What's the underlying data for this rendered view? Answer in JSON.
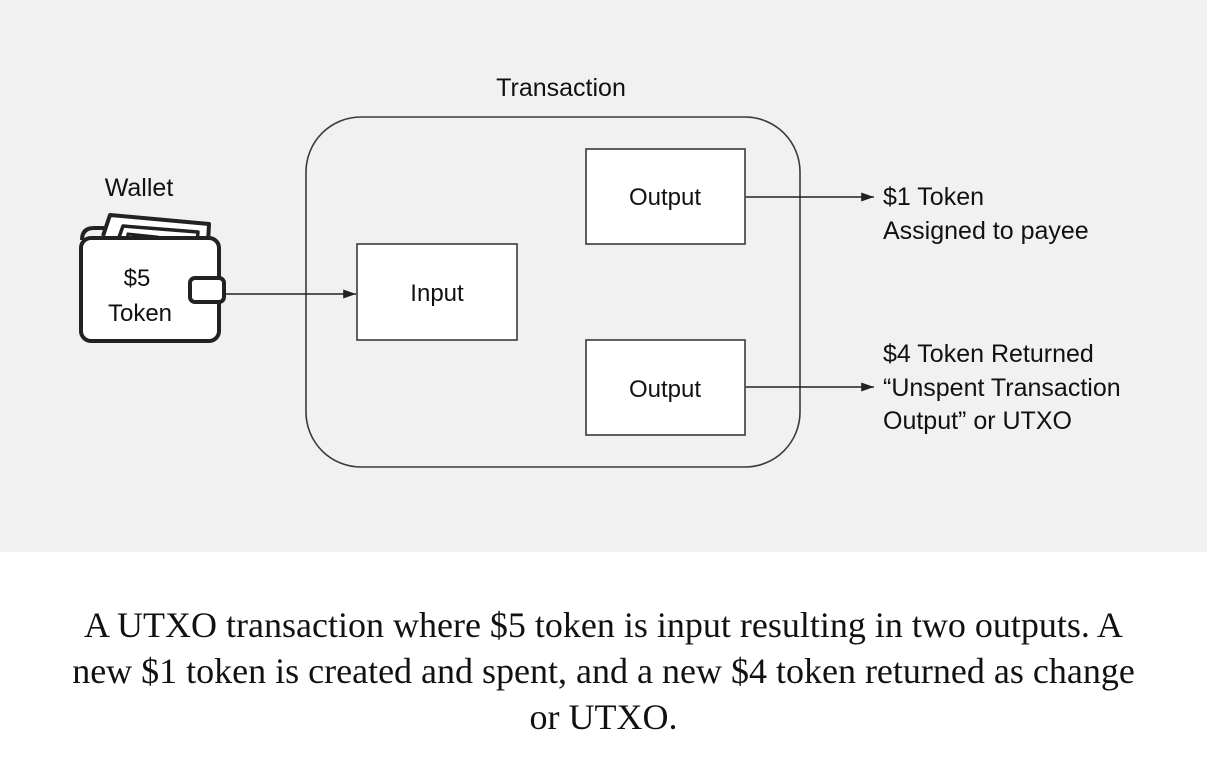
{
  "diagram": {
    "transaction_title": "Transaction",
    "wallet": {
      "label": "Wallet",
      "amount": "$5",
      "token": "Token"
    },
    "input_label": "Input",
    "outputs": [
      {
        "box_label": "Output",
        "result_lines": [
          "$1 Token",
          "Assigned to payee"
        ]
      },
      {
        "box_label": "Output",
        "result_lines": [
          "$4 Token Returned",
          "“Unspent Transaction",
          "Output” or UTXO"
        ]
      }
    ]
  },
  "caption": {
    "lines": [
      "A UTXO transaction where $5 token is input resulting in two outputs. A",
      "new $1 token is created and spent, and a new $4 token returned as change",
      "or UTXO."
    ]
  }
}
